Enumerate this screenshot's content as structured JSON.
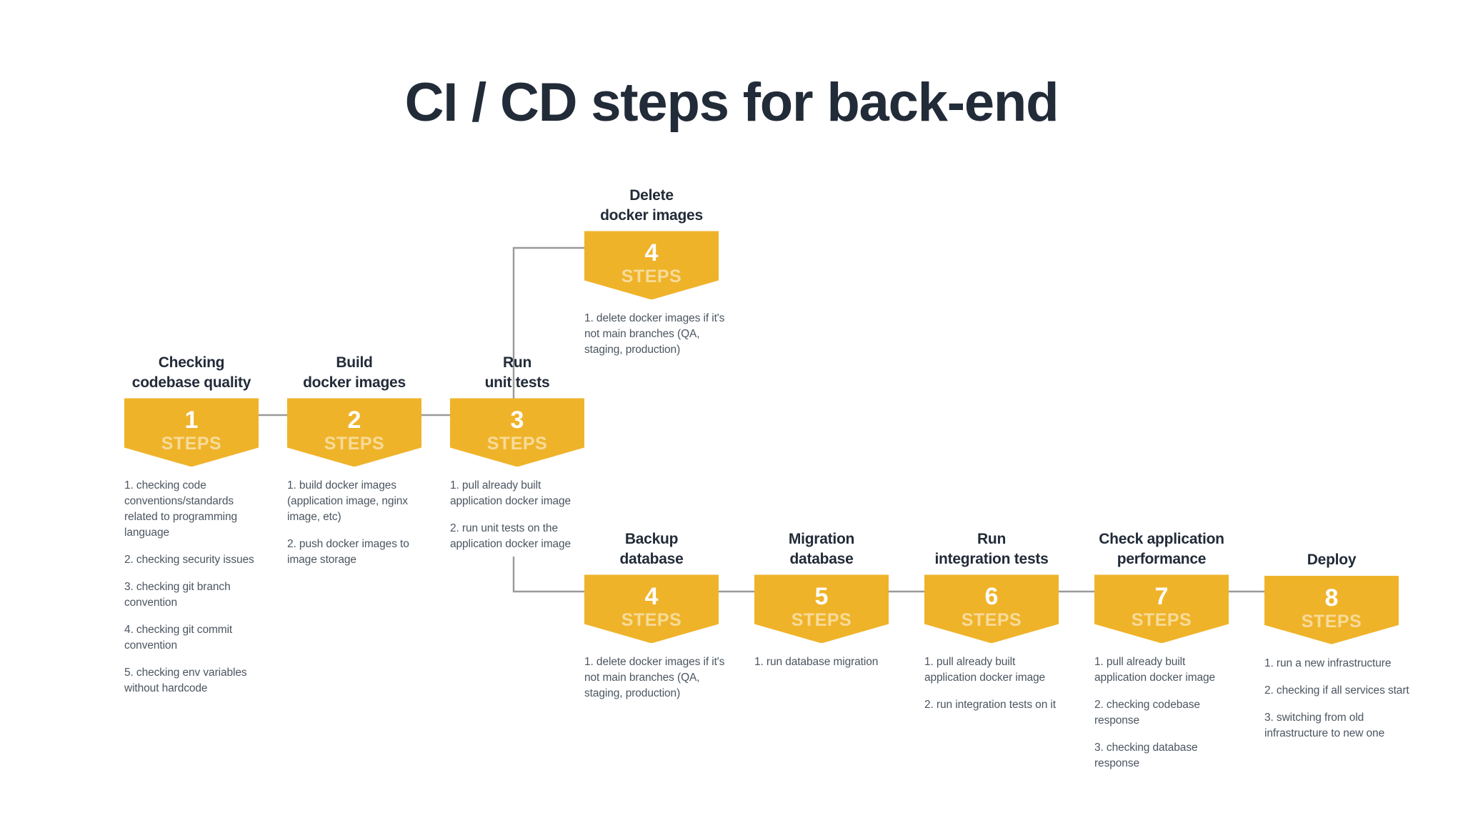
{
  "title": "CI / CD steps for back-end",
  "colors": {
    "accent": "#efb32a",
    "title_text": "#222b38",
    "body_text": "#4b5561",
    "connector": "#9a9a9a",
    "steps_label": "rgba(255,255,255,0.52)",
    "background": "#ffffff"
  },
  "steps_label": "STEPS",
  "nodes": [
    {
      "id": "checking-codebase-quality",
      "title": "Checking\ncodebase quality",
      "number": "1",
      "steps_label": "STEPS",
      "bullets": [
        "1. checking code conventions/standards related to programming language",
        "2. checking security issues",
        "3. checking git branch convention",
        "4. checking git commit convention",
        "5. checking env variables without hardcode"
      ]
    },
    {
      "id": "build-docker-images",
      "title": "Build\ndocker images",
      "number": "2",
      "steps_label": "STEPS",
      "bullets": [
        "1. build docker images (application image, nginx image, etc)",
        "2. push docker images to image storage"
      ]
    },
    {
      "id": "run-unit-tests",
      "title": "Run\nunit tests",
      "number": "3",
      "steps_label": "STEPS",
      "bullets": [
        "1. pull already built application docker image",
        "2. run unit tests on the application docker image"
      ]
    },
    {
      "id": "delete-docker-images",
      "title": "Delete\ndocker images",
      "number": "4",
      "steps_label": "STEPS",
      "bullets": [
        "1. delete docker images if it's not main branches (QA, staging, production)"
      ]
    },
    {
      "id": "backup-database",
      "title": "Backup\ndatabase",
      "number": "4",
      "steps_label": "STEPS",
      "bullets": [
        "1. delete docker images if it's not main branches (QA, staging, production)"
      ]
    },
    {
      "id": "migration-database",
      "title": "Migration\ndatabase",
      "number": "5",
      "steps_label": "STEPS",
      "bullets": [
        "1. run database migration"
      ]
    },
    {
      "id": "run-integration-tests",
      "title": "Run\nintegration tests",
      "number": "6",
      "steps_label": "STEPS",
      "bullets": [
        "1. pull already built application docker image",
        "2. run integration tests on it"
      ]
    },
    {
      "id": "check-application-performance",
      "title": "Check application\nperformance",
      "number": "7",
      "steps_label": "STEPS",
      "bullets": [
        "1. pull already built application docker image",
        "2. checking codebase response",
        "3. checking database response"
      ]
    },
    {
      "id": "deploy",
      "title": "Deploy",
      "number": "8",
      "steps_label": "STEPS",
      "bullets": [
        "1. run a new infrastructure",
        "2. checking if all services start",
        "3. switching from old infrastructure to new one"
      ]
    }
  ]
}
